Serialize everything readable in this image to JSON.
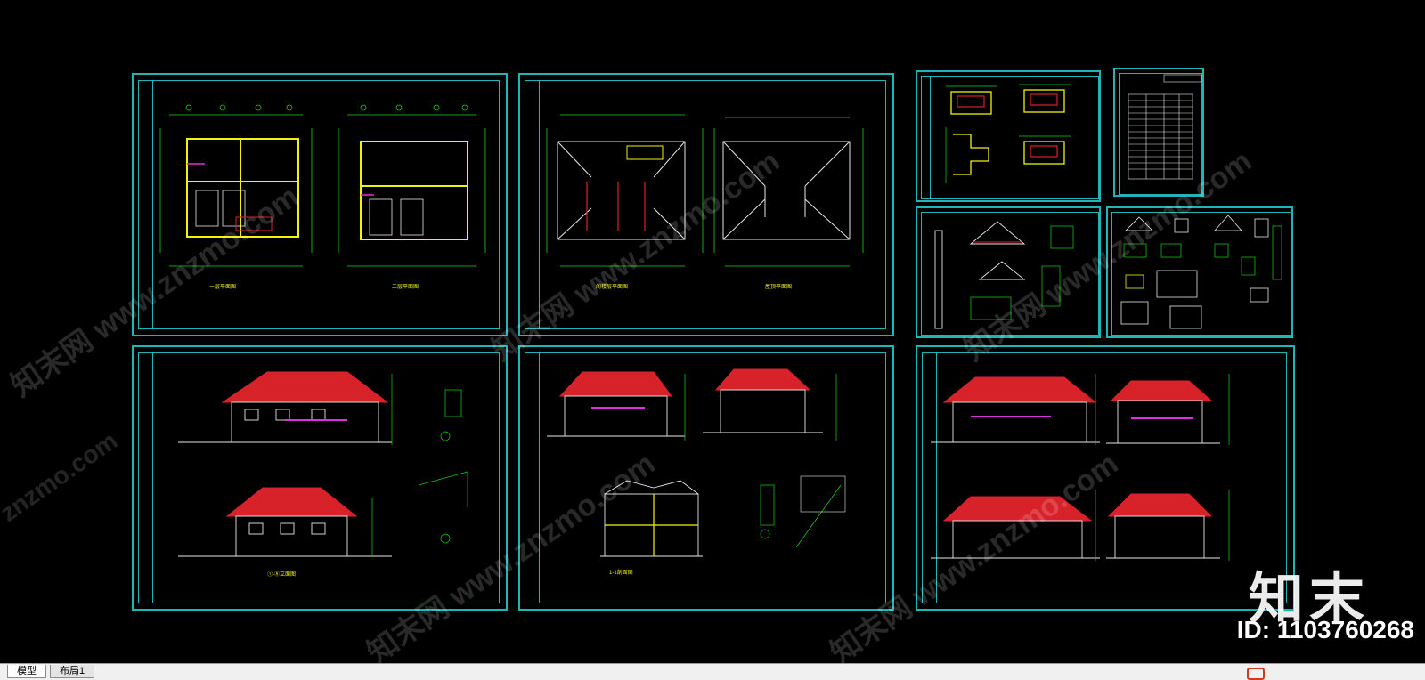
{
  "colors": {
    "background": "#000000",
    "frame": "#1fb5b5",
    "grid_green": "#19d419",
    "wall_yellow": "#f2f20c",
    "roof_red": "#d8222a",
    "accent_magenta": "#e02ee0",
    "line_white": "#e8e8e8"
  },
  "watermark": {
    "cn": "知末网 www.znzmo.com",
    "en": "znzmo.com"
  },
  "logo": {
    "text": "知末",
    "id_text": "ID: 1103760268"
  },
  "tabs": [
    {
      "label": "模型",
      "active": true
    },
    {
      "label": "布局1",
      "active": false
    }
  ],
  "sheets": [
    {
      "name": "floor-plans",
      "type": "plan"
    },
    {
      "name": "roof-plans",
      "type": "plan"
    },
    {
      "name": "stair-details",
      "type": "detail"
    },
    {
      "name": "door-window-schedule",
      "type": "table"
    },
    {
      "name": "wall-section-details",
      "type": "detail"
    },
    {
      "name": "door-window-elevations",
      "type": "detail"
    },
    {
      "name": "elevations-a",
      "type": "elevation"
    },
    {
      "name": "elevations-sections-b",
      "type": "elevation"
    },
    {
      "name": "elevations-c",
      "type": "elevation"
    }
  ]
}
